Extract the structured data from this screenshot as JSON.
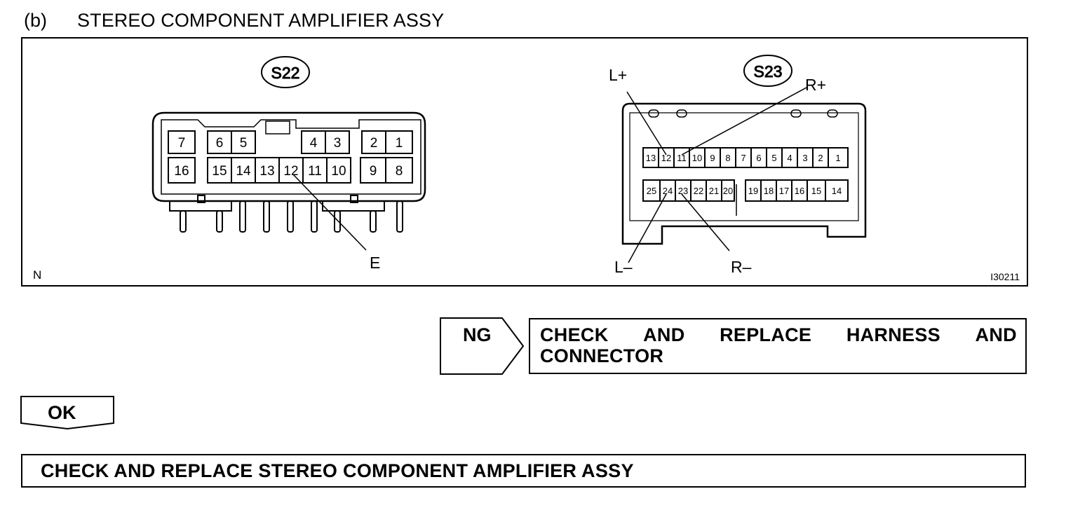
{
  "header": {
    "label": "(b)",
    "title": "STEREO COMPONENT AMPLIFIER ASSY"
  },
  "figure": {
    "corner_mark": "N",
    "figure_id": "I30211",
    "connector_s22": {
      "name": "S22",
      "top_row": [
        "7",
        "6",
        "5",
        "4",
        "3",
        "2",
        "1"
      ],
      "bottom_row": [
        "16",
        "15",
        "14",
        "13",
        "12",
        "11",
        "10",
        "9",
        "8"
      ],
      "callout": "E"
    },
    "connector_s23": {
      "name": "S23",
      "top_row": [
        "13",
        "12",
        "11",
        "10",
        "9",
        "8",
        "7",
        "6",
        "5",
        "4",
        "3",
        "2",
        "1"
      ],
      "bottom_row_left": [
        "25",
        "24",
        "23",
        "22",
        "21",
        "20"
      ],
      "bottom_row_right": [
        "19",
        "18",
        "17",
        "16",
        "15",
        "14"
      ],
      "callouts": {
        "l_plus": "L+",
        "r_plus": "R+",
        "l_minus": "L–",
        "r_minus": "R–"
      }
    }
  },
  "flow": {
    "ng_label": "NG",
    "ng_action_line1": [
      "CHECK",
      "AND",
      "REPLACE",
      "HARNESS",
      "AND"
    ],
    "ng_action_line2": "CONNECTOR",
    "ok_label": "OK",
    "final_action": "CHECK AND REPLACE STEREO COMPONENT AMPLIFIER ASSY"
  }
}
